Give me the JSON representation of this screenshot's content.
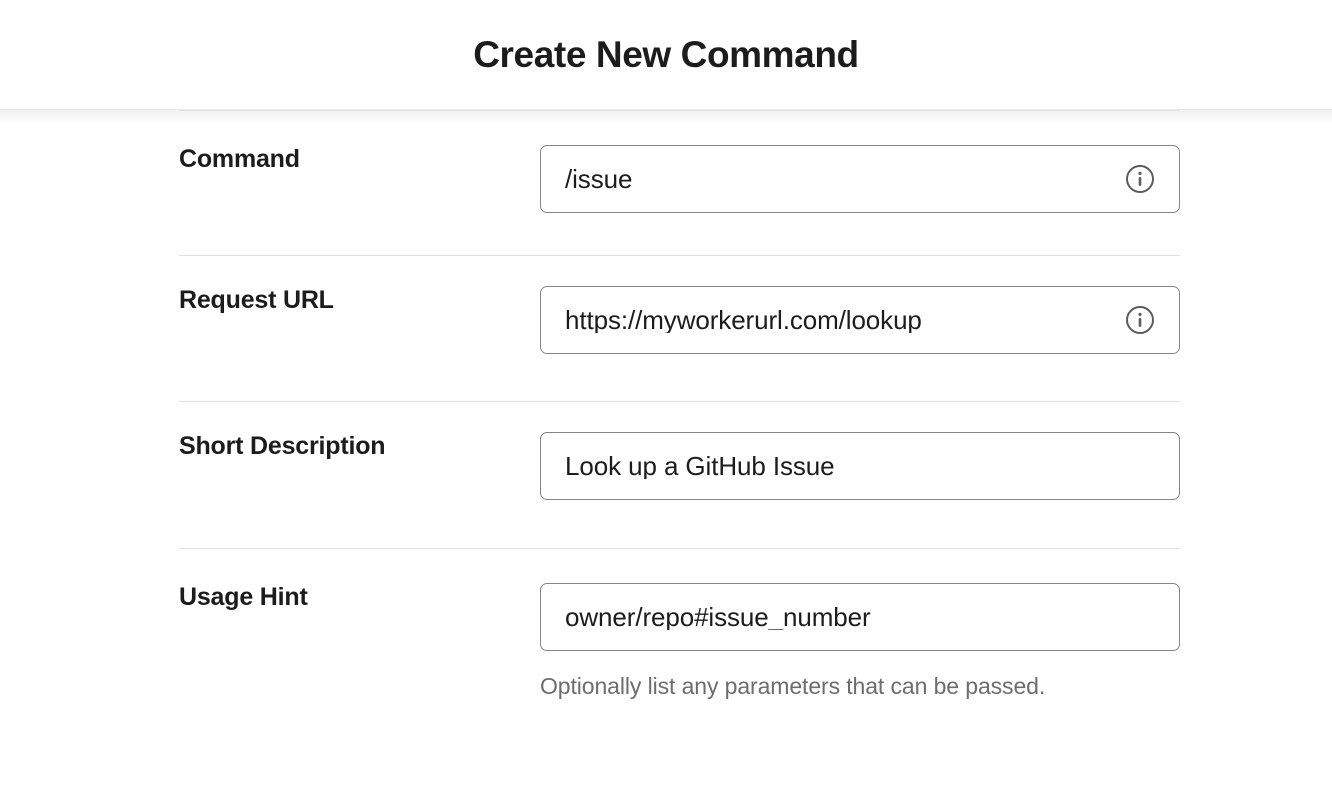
{
  "header": {
    "title": "Create New Command"
  },
  "form": {
    "fields": [
      {
        "label": "Command",
        "value": "/issue",
        "has_info_icon": true,
        "info_icon": "info-circle-icon",
        "helper": ""
      },
      {
        "label": "Request URL",
        "value": "https://myworkerurl.com/lookup",
        "has_info_icon": true,
        "info_icon": "info-circle-icon",
        "helper": ""
      },
      {
        "label": "Short Description",
        "value": "Look up a GitHub Issue",
        "has_info_icon": false,
        "info_icon": "",
        "helper": ""
      },
      {
        "label": "Usage Hint",
        "value": "owner/repo#issue_number",
        "has_info_icon": false,
        "info_icon": "",
        "helper": "Optionally list any parameters that can be passed."
      }
    ]
  },
  "colors": {
    "text_primary": "#1d1c1d",
    "text_muted": "#6d6d6d",
    "input_border": "#868686",
    "divider": "#e0e0e0",
    "background": "#ffffff"
  }
}
